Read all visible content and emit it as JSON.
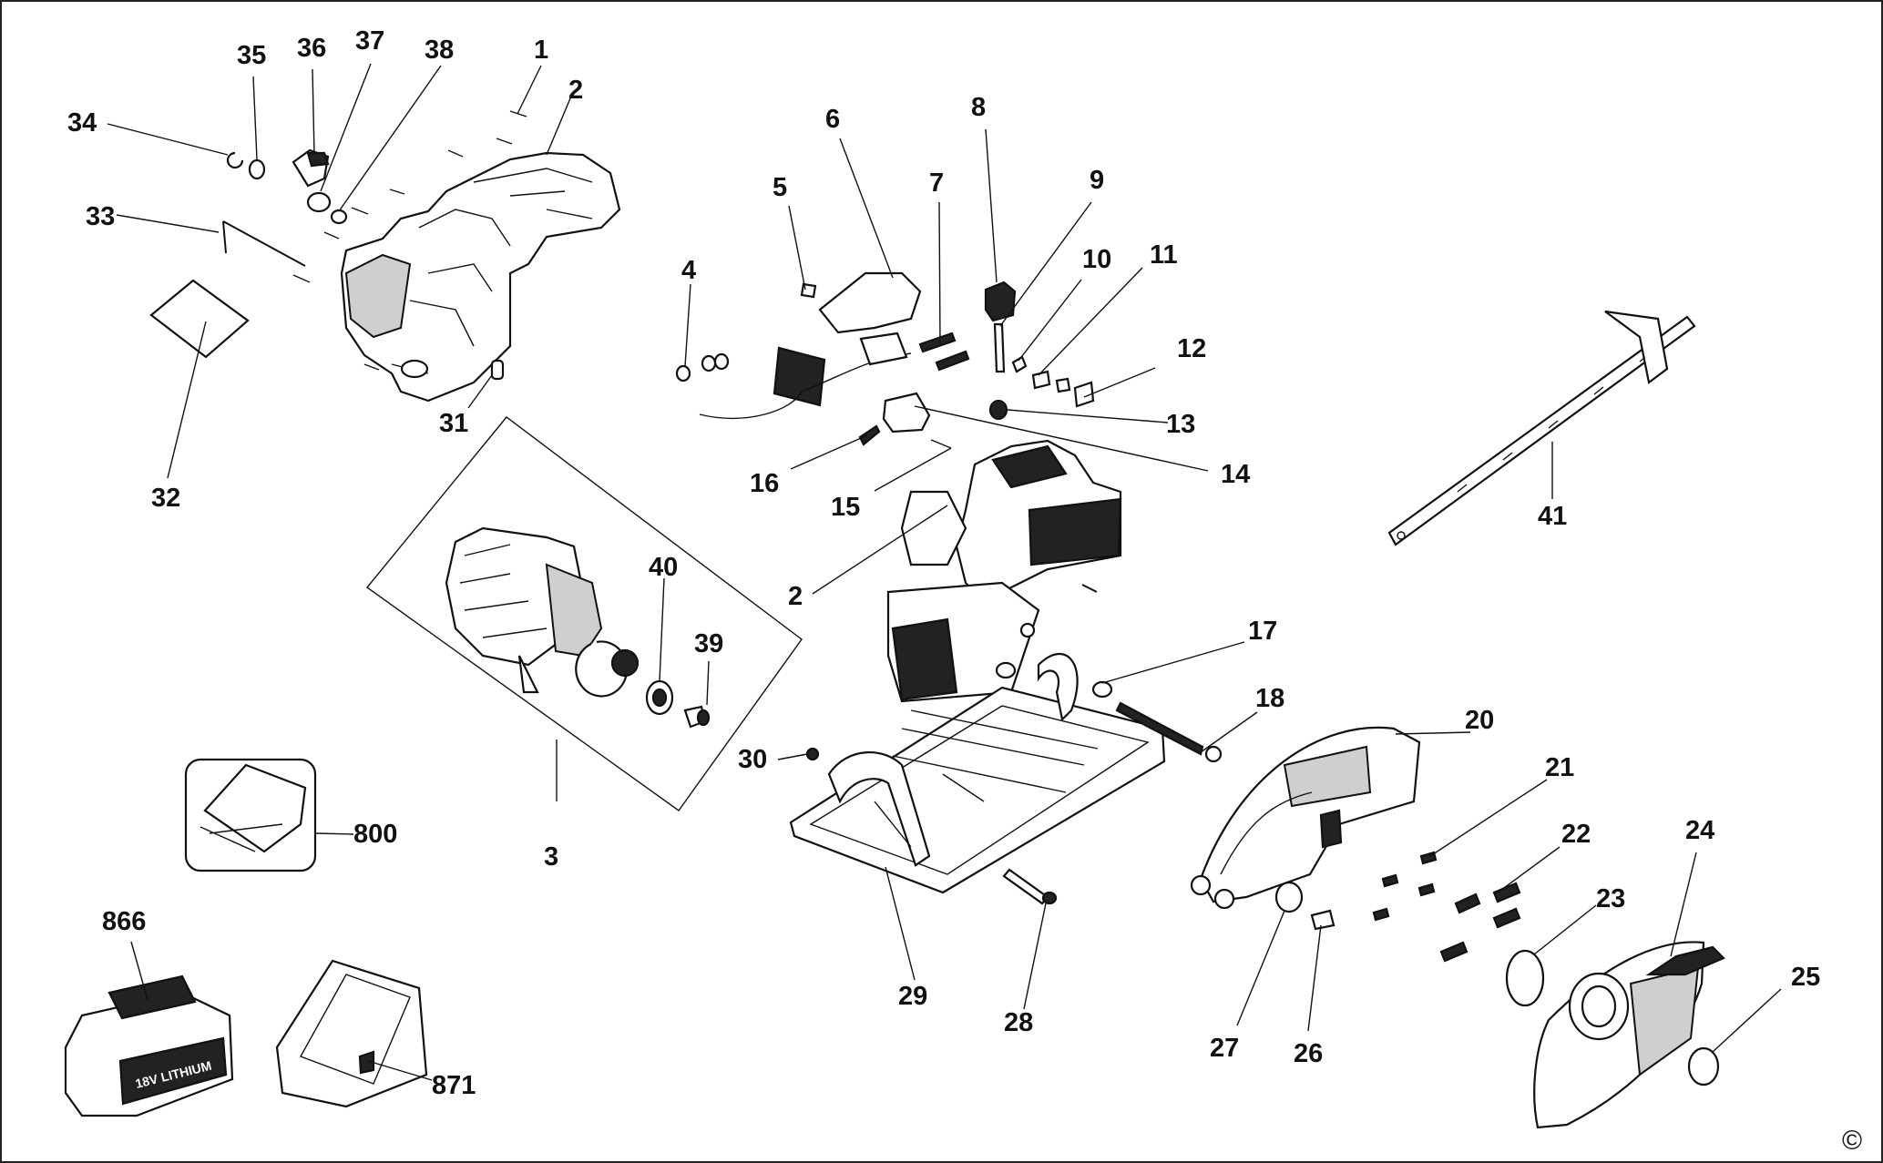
{
  "diagram": {
    "copyright_symbol": "©",
    "labels": {
      "p1": "1",
      "p2a": "2",
      "p2b": "2",
      "p3": "3",
      "p4": "4",
      "p5": "5",
      "p6": "6",
      "p7": "7",
      "p8": "8",
      "p9": "9",
      "p10": "10",
      "p11": "11",
      "p12": "12",
      "p13": "13",
      "p14": "14",
      "p15": "15",
      "p16": "16",
      "p17": "17",
      "p18": "18",
      "p20": "20",
      "p21": "21",
      "p22": "22",
      "p23": "23",
      "p24": "24",
      "p25": "25",
      "p26": "26",
      "p27": "27",
      "p28": "28",
      "p29": "29",
      "p30": "30",
      "p31": "31",
      "p32": "32",
      "p33": "33",
      "p34": "34",
      "p35": "35",
      "p36": "36",
      "p37": "37",
      "p38": "38",
      "p39": "39",
      "p40": "40",
      "p41": "41",
      "p800": "800",
      "p866": "866",
      "p871": "871"
    },
    "battery_label": "18V LITHIUM"
  }
}
